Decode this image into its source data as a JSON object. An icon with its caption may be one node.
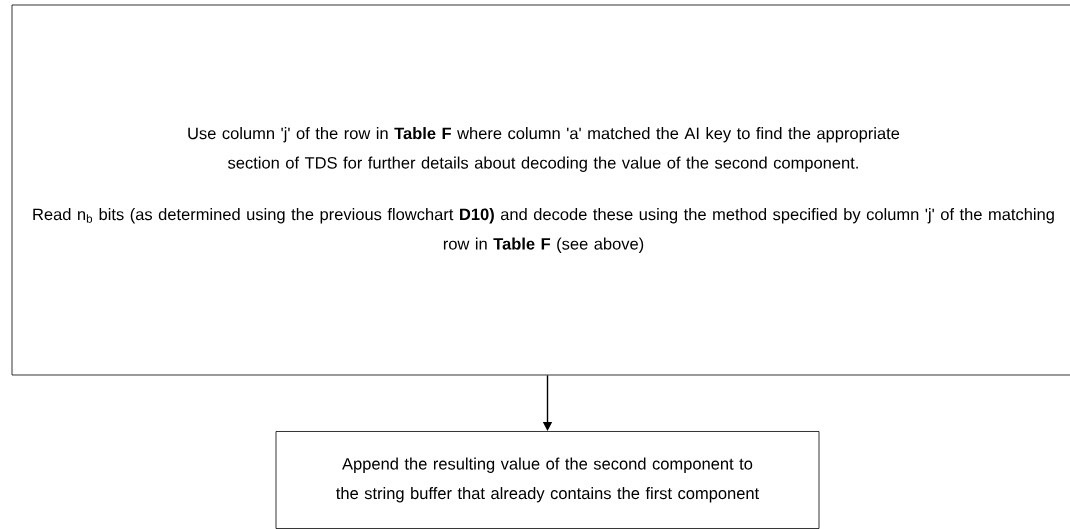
{
  "diagram": {
    "nodes": [
      {
        "text": [
          "Use column 'j' of the row in **Table F** where column 'a' matched the AI key to find the appropriate section of TDS for further details about decoding the value of the second component.",
          "Read n$_{b}$ bits (as determined using the previous flowchart **D10)** and decode these using the method specified by column 'j' of the matching row in **Table F** (see above)"
        ]
      },
      {
        "text": [
          "Append the resulting value of the second component to the string buffer that already contains the first component"
        ]
      }
    ],
    "edges": [
      {
        "from": 0,
        "to": 1,
        "arrow": "to"
      }
    ]
  }
}
